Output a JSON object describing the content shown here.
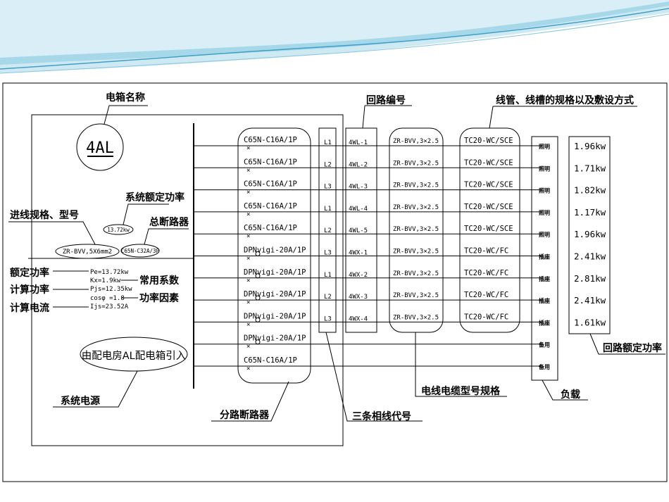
{
  "title_labels": {
    "box_name": "电箱名称",
    "circuit_no": "回路编号",
    "conduit": "线管、线槽的规格以及敷设方式",
    "rated_power": "系统额定功率",
    "incoming": "进线规格、型号",
    "main_breaker": "总断路器",
    "pe_label": "额定功率",
    "pjs_label": "计算功率",
    "ijs_label": "计算电流",
    "kx_label": "常用系数",
    "cos_label": "功率因素",
    "source": "系统电源",
    "branch_breaker": "分路断路器",
    "phase": "三条相线代号",
    "cable_model": "电线电缆型号规格",
    "load": "负载",
    "circuit_power": "回路额定功率"
  },
  "panel": {
    "name": "4AL",
    "system_power": "13.72kw",
    "incoming_cable": "ZR-BVV,5X6mm2",
    "main_breaker": "C65N-C32A/3P",
    "pe": "Pe=13.72kw",
    "kx": "Kx=1.9kw",
    "pjs": "Pjs=12.35kw",
    "cos": "cosφ =1.8",
    "ijs": "Ijs=23.52A",
    "source_note": "由配电房AL配电箱引入"
  },
  "circuits": [
    {
      "breaker": "C65N-C16A/1P",
      "phase": "L1",
      "id": "4WL-1",
      "cable": "ZR-BVV,3×2.5",
      "conduit": "TC20-WC/SCE",
      "load": "照明",
      "power": "1.96kw"
    },
    {
      "breaker": "C65N-C16A/1P",
      "phase": "L2",
      "id": "4WL-2",
      "cable": "ZR-BVV,3×2.5",
      "conduit": "TC20-WC/SCE",
      "load": "照明",
      "power": "1.71kw"
    },
    {
      "breaker": "C65N-C16A/1P",
      "phase": "L3",
      "id": "4WL-3",
      "cable": "ZR-BVV,3×2.5",
      "conduit": "TC20-WC/SCE",
      "load": "照明",
      "power": "1.82kw"
    },
    {
      "breaker": "C65N-C16A/1P",
      "phase": "L1",
      "id": "4WL-4",
      "cable": "ZR-BVV,3×2.5",
      "conduit": "TC20-WC/SCE",
      "load": "照明",
      "power": "1.17kw"
    },
    {
      "breaker": "C65N-C16A/1P",
      "phase": "L2",
      "id": "4WL-5",
      "cable": "ZR-BVV,3×2.5",
      "conduit": "TC20-WC/SCE",
      "load": "照明",
      "power": "1.96kw"
    },
    {
      "breaker": "DPNvigi-20A/1P",
      "phase": "L3",
      "id": "4WX-1",
      "cable": "ZR-BVV,3×2.5",
      "conduit": "TC20-WC/FC",
      "load": "插座",
      "power": "2.41kw"
    },
    {
      "breaker": "DPNvigi-20A/1P",
      "phase": "L1",
      "id": "4WX-2",
      "cable": "ZR-BVV,3×2.5",
      "conduit": "TC20-WC/FC",
      "load": "插座",
      "power": "2.81kw"
    },
    {
      "breaker": "DPNvigi-20A/1P",
      "phase": "L2",
      "id": "4WX-3",
      "cable": "ZR-BVV,3×2.5",
      "conduit": "TC20-WC/FC",
      "load": "插座",
      "power": "2.41kw"
    },
    {
      "breaker": "DPNvigi-20A/1P",
      "phase": "L3",
      "id": "4WX-4",
      "cable": "ZR-BVV,3×2.5",
      "conduit": "TC20-WC/FC",
      "load": "插座",
      "power": "1.61kw"
    },
    {
      "breaker": "DPNvigi-20A/1P",
      "phase": "",
      "id": "",
      "cable": "",
      "conduit": "",
      "load": "备用",
      "power": ""
    },
    {
      "breaker": "C65N-C16A/1P",
      "phase": "",
      "id": "",
      "cable": "",
      "conduit": "",
      "load": "备用",
      "power": ""
    }
  ],
  "colors": {
    "wave_light": "#cfe9f3",
    "wave_mid": "#8ccbe3",
    "wave_dark": "#4aa6cf",
    "line": "#000000"
  }
}
